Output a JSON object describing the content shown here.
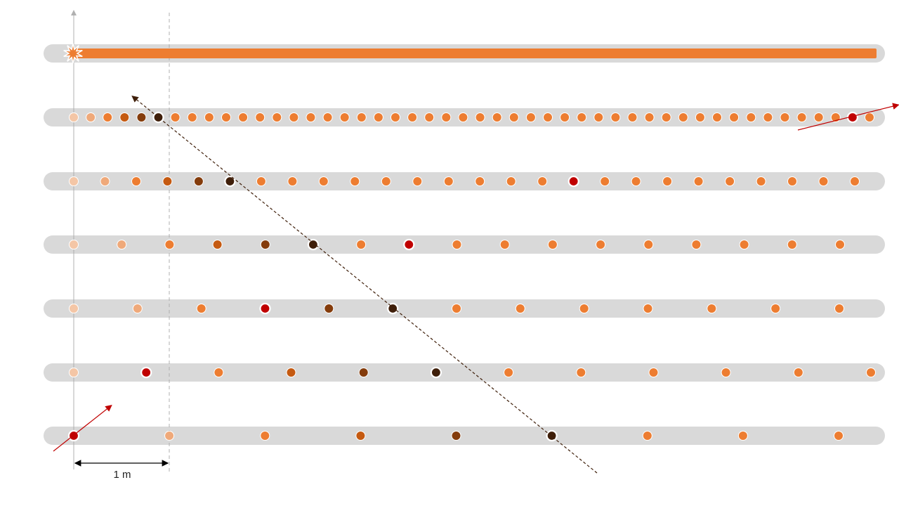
{
  "colors": {
    "track": "#d9d9d9",
    "bar": "#ed7d31",
    "pale": "#f4c6a6",
    "light": "#efa97a",
    "mid": "#ed7d31",
    "rust": "#c55a11",
    "brown": "#843c0c",
    "dark": "#3f1f0a",
    "red": "#c00000",
    "axis": "#b0b0b0",
    "dashed_diag": "#3f1f0a",
    "arrow_red": "#c00000"
  },
  "scale_label": "1 m",
  "rows": [
    {
      "kind": "bar",
      "burst_icon": "explosion-icon"
    },
    {
      "kind": "dots",
      "dots": [
        "pale",
        "light",
        "mid",
        "rust",
        "brown",
        "dark",
        "mid",
        "mid",
        "mid",
        "mid",
        "mid",
        "mid",
        "mid",
        "mid",
        "mid",
        "mid",
        "mid",
        "mid",
        "mid",
        "mid",
        "mid",
        "mid",
        "mid",
        "mid",
        "mid",
        "mid",
        "mid",
        "mid",
        "mid",
        "mid",
        "mid",
        "mid",
        "mid",
        "mid",
        "mid",
        "mid",
        "mid",
        "mid",
        "mid",
        "mid",
        "mid",
        "mid",
        "mid",
        "mid",
        "mid",
        "mid",
        "red",
        "mid"
      ]
    },
    {
      "kind": "dots",
      "dots": [
        "pale",
        "light",
        "mid",
        "rust",
        "brown",
        "dark",
        "mid",
        "mid",
        "mid",
        "mid",
        "mid",
        "mid",
        "mid",
        "mid",
        "mid",
        "mid",
        "red",
        "mid",
        "mid",
        "mid",
        "mid",
        "mid",
        "mid",
        "mid",
        "mid",
        "mid"
      ]
    },
    {
      "kind": "dots",
      "dots": [
        "pale",
        "light",
        "mid",
        "rust",
        "brown",
        "dark",
        "mid",
        "red",
        "mid",
        "mid",
        "mid",
        "mid",
        "mid",
        "mid",
        "mid",
        "mid",
        "mid"
      ]
    },
    {
      "kind": "dots",
      "dots": [
        "pale",
        "light",
        "mid",
        "red",
        "brown",
        "dark",
        "mid",
        "mid",
        "mid",
        "mid",
        "mid",
        "mid",
        "mid"
      ]
    },
    {
      "kind": "dots",
      "dots": [
        "pale",
        "red",
        "mid",
        "rust",
        "brown",
        "dark",
        "mid",
        "mid",
        "mid",
        "mid",
        "mid",
        "mid"
      ]
    },
    {
      "kind": "dots",
      "dots": [
        "red",
        "light",
        "mid",
        "rust",
        "brown",
        "dark",
        "mid",
        "mid",
        "mid"
      ]
    }
  ]
}
